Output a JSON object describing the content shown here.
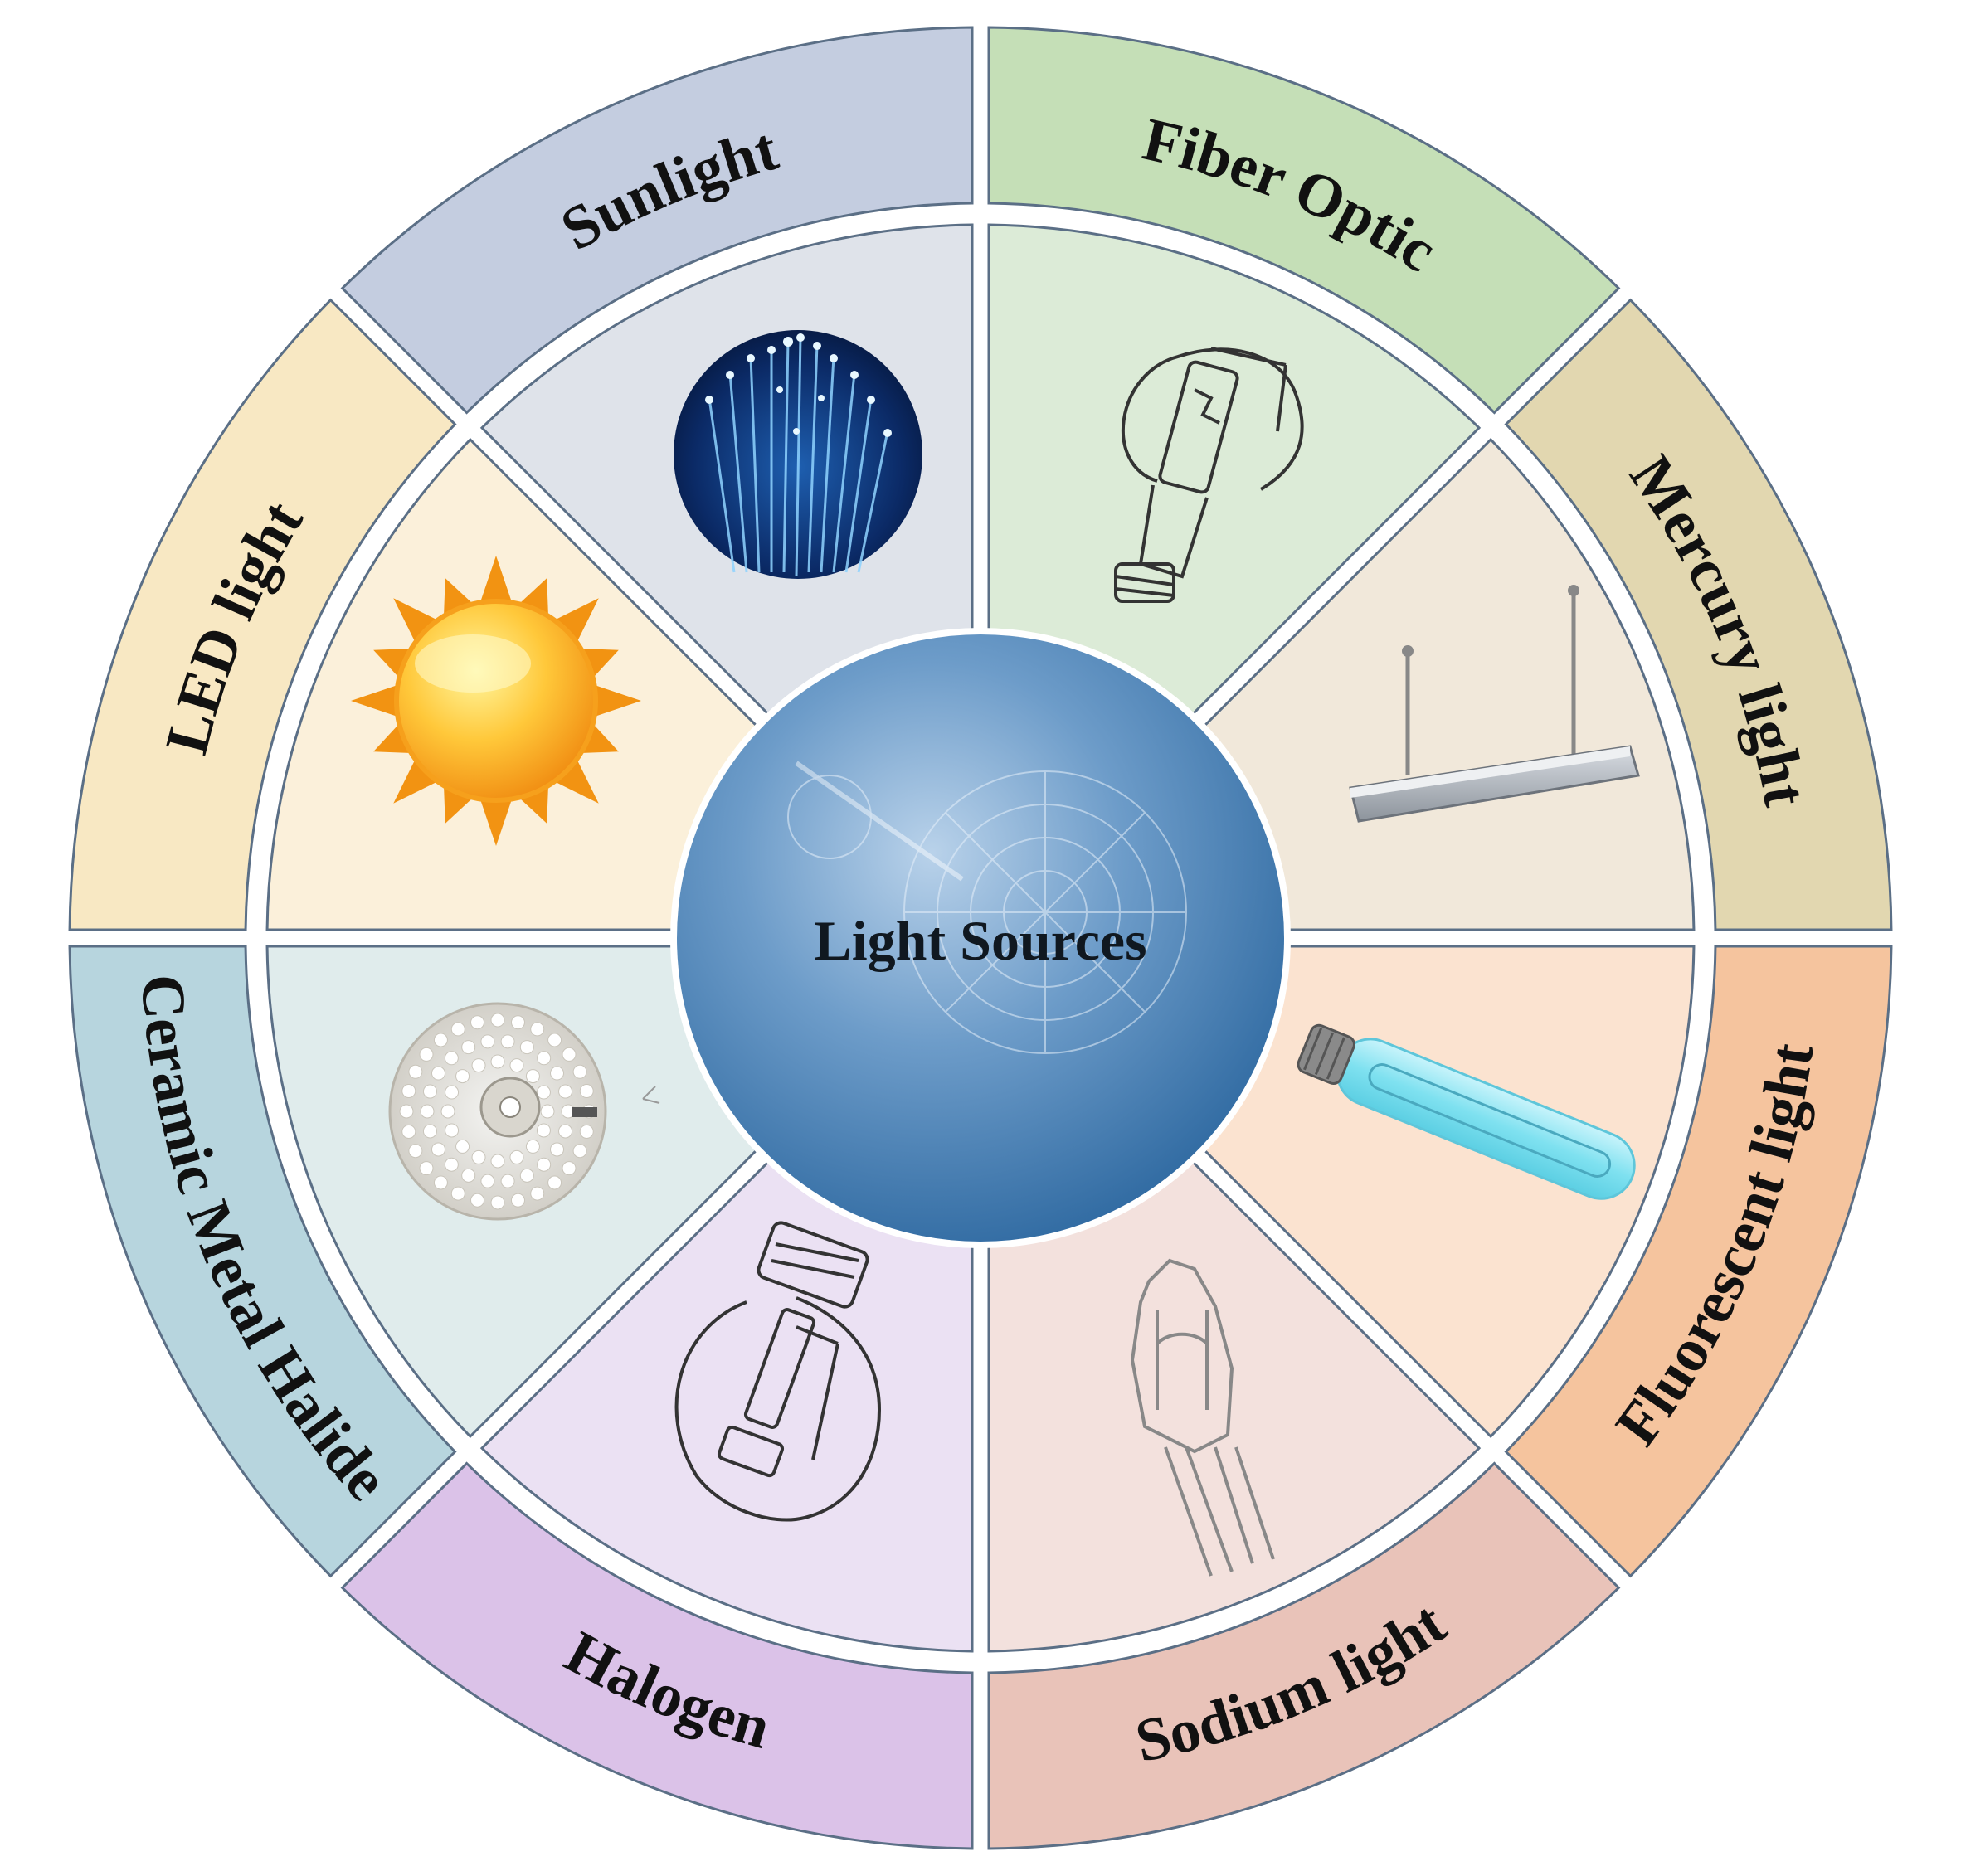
{
  "center": {
    "title": "Light Sources",
    "color_outer": "#2d6aa3",
    "color_inner": "#7fa9d0"
  },
  "sectors": [
    {
      "label": "Fiber Optic",
      "outer_color": "#c5dfb7",
      "inner_color": "#dcebd7",
      "icon": "fiber-optic-icon"
    },
    {
      "label": "Mercury light",
      "outer_color": "#e2d7b0",
      "inner_color": "#f1e8da",
      "icon": "mercury-bulb-icon"
    },
    {
      "label": "Fluorescent light",
      "outer_color": "#f5c49e",
      "inner_color": "#fbe3d0",
      "icon": "fluorescent-fixture-icon"
    },
    {
      "label": "Sodium light",
      "outer_color": "#e9c3b9",
      "inner_color": "#f3e1dd",
      "icon": "sodium-tube-icon"
    },
    {
      "label": "Halogen",
      "outer_color": "#dbc2e8",
      "inner_color": "#ebe1f3",
      "icon": "halogen-bulb-icon"
    },
    {
      "label": "Ceramic Metal Halide",
      "outer_color": "#b7d5de",
      "inner_color": "#e0ecec",
      "icon": "metal-halide-bulb-icon"
    },
    {
      "label": "LED light",
      "outer_color": "#f8e8c3",
      "inner_color": "#fbf0da",
      "icon": "led-panel-icon"
    },
    {
      "label": "Sunlight",
      "outer_color": "#c4cde0",
      "inner_color": "#dfe3ea",
      "icon": "sun-icon"
    }
  ]
}
